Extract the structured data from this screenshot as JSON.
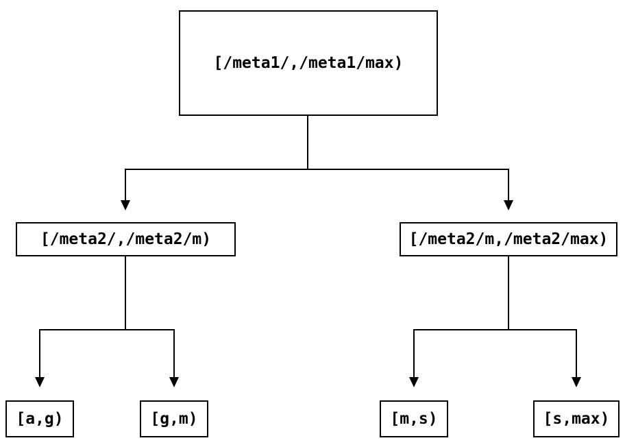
{
  "diagram": {
    "type": "tree",
    "colors": {
      "background": "#ffffff",
      "line": "#000000",
      "text": "#000000"
    },
    "root": {
      "label": "[/meta1/,/meta1/max)",
      "children": [
        {
          "label": "[/meta2/,/meta2/m)",
          "children": [
            {
              "label": "[a,g)"
            },
            {
              "label": "[g,m)"
            }
          ]
        },
        {
          "label": "[/meta2/m,/meta2/max)",
          "children": [
            {
              "label": "[m,s)"
            },
            {
              "label": "[s,max)"
            }
          ]
        }
      ]
    }
  }
}
